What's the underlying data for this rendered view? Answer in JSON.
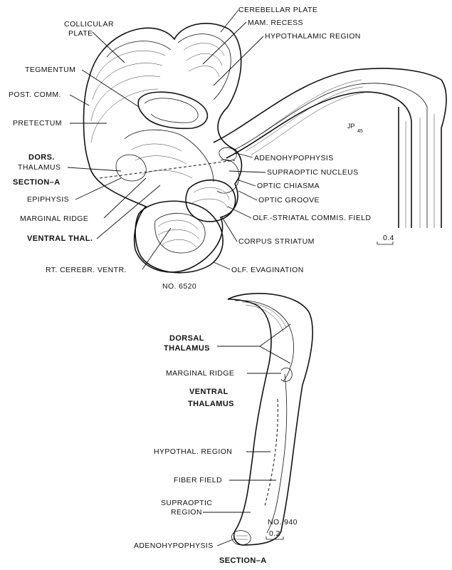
{
  "top_figure": {
    "labels": {
      "collicular_plate_1": "COLLICULAR",
      "collicular_plate_2": "PLATE",
      "cerebellar_plate": "CEREBELLAR PLATE",
      "mam_recess": "MAM. RECESS",
      "hypothalamic_region": "HYPOTHALAMIC REGION",
      "tegmentum": "TEGMENTUM",
      "post_comm": "POST. COMM.",
      "pretectum": "PRETECTUM",
      "dors_thalamus_1": "DORS.",
      "dors_thalamus_2": "THALAMUS",
      "section_a": "SECTION–A",
      "epiphysis": "EPIPHYSIS",
      "marginal_ridge": "MARGINAL RIDGE",
      "ventral_thal": "VENTRAL THAL.",
      "rt_cerebr_ventr": "RT. CEREBR. VENTR.",
      "adenohypophysis": "ADENOHYPOPHYSIS",
      "supraoptic_nucleus": "SUPRAOPTIC NUCLEUS",
      "optic_chiasma": "OPTIC CHIASMA",
      "optic_groove": "OPTIC GROOVE",
      "olf_striatal": "OLF.-STRIATAL COMMIS. FIELD",
      "corpus_striatum": "CORPUS STRIATUM",
      "olf_evagination": "OLF. EVAGINATION"
    },
    "specimen_no": "NO. 6520",
    "scale": "0.4",
    "monogram": "JP",
    "monogram_year": "45"
  },
  "bottom_figure": {
    "labels": {
      "dorsal_thalamus_1": "DORSAL",
      "dorsal_thalamus_2": "THALAMUS",
      "marginal_ridge": "MARGINAL RIDGE",
      "ventral_thalamus_1": "VENTRAL",
      "ventral_thalamus_2": "THALAMUS",
      "hypothal_region": "HYPOTHAL. REGION",
      "fiber_field": "FIBER FIELD",
      "supraoptic_region_1": "SUPRAOPTIC",
      "supraoptic_region_2": "REGION",
      "adenohypophysis": "ADENOHYPOPHYSIS"
    },
    "specimen_no": "NO. 940",
    "scale": "0.2",
    "caption": "SECTION–A"
  }
}
